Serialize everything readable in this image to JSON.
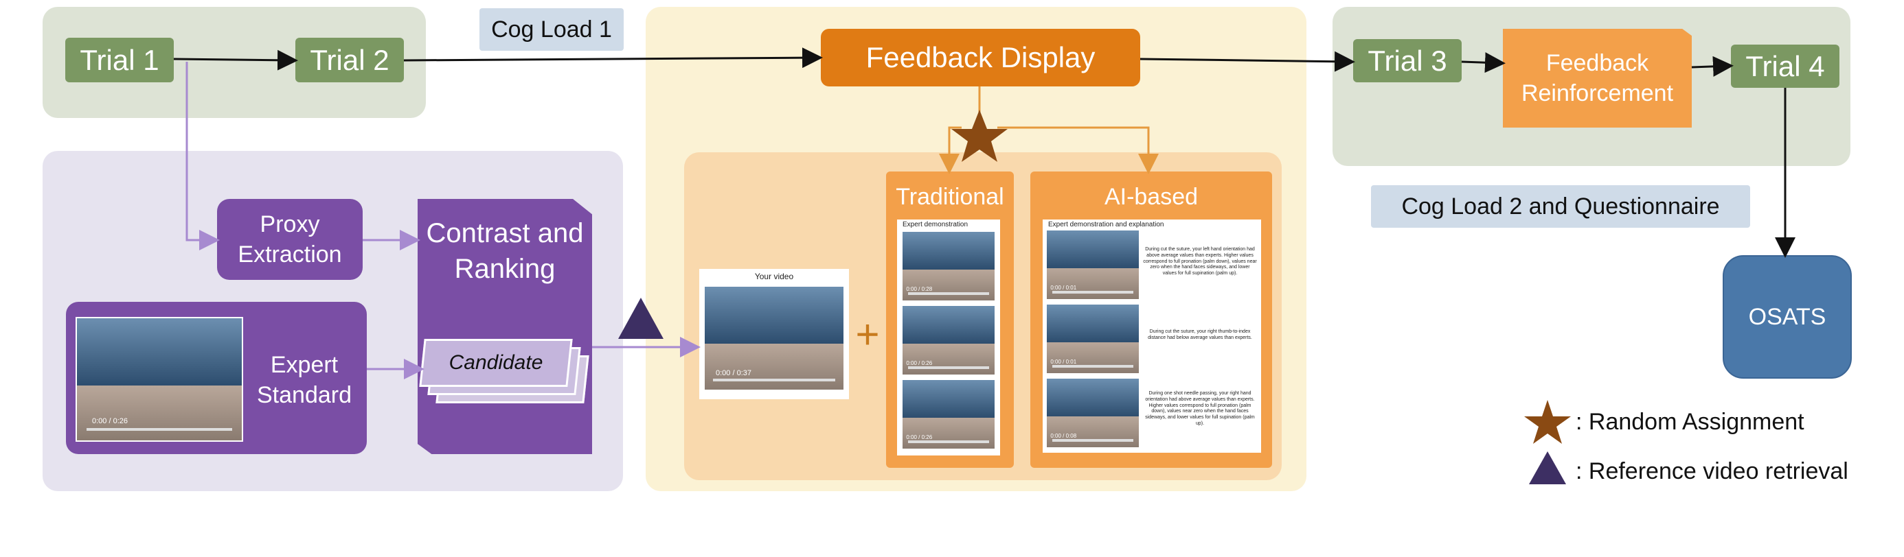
{
  "trials": {
    "trial1": "Trial 1",
    "trial2": "Trial 2",
    "trial3": "Trial 3",
    "trial4": "Trial 4"
  },
  "tags": {
    "cog_load_1": "Cog Load 1",
    "cog_load_2": "Cog Load 2 and Questionnaire"
  },
  "boxes": {
    "feedback_display": "Feedback Display",
    "feedback_reinforcement": "Feedback Reinforcement",
    "proxy_extraction": "Proxy Extraction",
    "contrast_ranking": "Contrast and Ranking",
    "candidate": "Candidate",
    "expert_standard": "Expert Standard",
    "osats": "OSATS",
    "traditional": "Traditional",
    "ai_based": "AI-based"
  },
  "videos": {
    "expert_time": "0:00 / 0:26",
    "your_video_label": "Your video",
    "your_video_time": "0:00 / 0:37",
    "expert_demo_label": "Expert demonstration",
    "expert_demo_expl_label": "Expert demonstration and explanation",
    "trad_times": [
      "0:00 / 0:28",
      "0:00 / 0:26",
      "0:00 / 0:26"
    ],
    "ai_times": [
      "0:00 / 0:01",
      "0:00 / 0:01",
      "0:00 / 0:08"
    ]
  },
  "ai_explanations": [
    "During cut the suture, your left hand orientation had above average values than experts. Higher values correspond to full pronation (palm down), values near zero when the hand faces sideways, and lower values for full supination (palm up).",
    "During cut the suture, your right thumb-to-index distance had below average values than experts.",
    "During one shot needle passing, your right hand orientation had above average values than experts. Higher values correspond to full pronation (palm down), values near zero when the hand faces sideways, and lower values for full supination (palm up)."
  ],
  "plus_sign": "+",
  "legend": {
    "star_label": ": Random Assignment",
    "triangle_label": ": Reference video retrieval"
  },
  "colors": {
    "trial_green": "#7b9862",
    "feedback_orange": "#e07b14",
    "purple": "#7a4ea5",
    "osats_blue": "#4a78a9",
    "star_brown": "#8a4a13",
    "triangle_navy": "#3d2f63"
  },
  "icons": {
    "random_assignment": "star-icon",
    "reference_retrieval": "triangle-icon"
  }
}
